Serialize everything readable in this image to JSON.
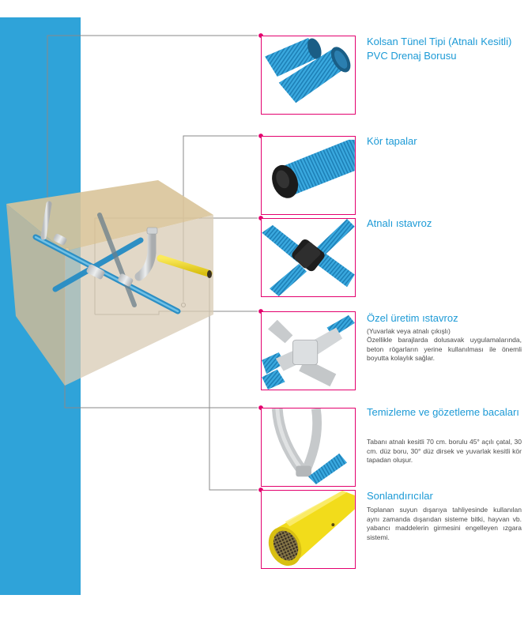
{
  "colors": {
    "band": "#2fa3d9",
    "accent": "#e3006e",
    "title": "#1c9ad6",
    "pipe_blue": "#3fb0e4",
    "pipe_black": "#1e1e1e",
    "pipe_gray": "#c9ccce",
    "pipe_yellow": "#f2dc1b"
  },
  "items": [
    {
      "id": "tunnel-pipe",
      "title": "Kolsan Tünel Tipi (Atnalı Kesitli) PVC Drenaj Borusu",
      "subtitle": "",
      "description": "",
      "image_icon": "corrugated-blue-pipes-icon"
    },
    {
      "id": "blind-cap",
      "title": "Kör tapalar",
      "subtitle": "",
      "description": "",
      "image_icon": "blind-cap-pipe-icon"
    },
    {
      "id": "horseshoe-cross",
      "title": "Atnalı ıstavroz",
      "subtitle": "",
      "description": "",
      "image_icon": "black-cross-fitting-icon"
    },
    {
      "id": "custom-cross",
      "title": "Özel üretim ıstavroz",
      "subtitle": "(Yuvarlak veya atnalı çıkışlı)",
      "description": "Özellikle barajlarda dolusavak uygulamalarında, beton rögarların yerine kullanılması ile önemli boyutta kolaylık sağlar.",
      "image_icon": "gray-cross-fitting-icon"
    },
    {
      "id": "inspection-shaft",
      "title": "Temizleme ve gözetleme bacaları",
      "subtitle": "",
      "description": "Tabanı atnalı kesitli 70 cm. borulu 45° açılı çatal, 30 cm. düz boru, 30° düz dirsek ve yuvarlak kesitli kör tapadan oluşur.",
      "image_icon": "inspection-shaft-icon"
    },
    {
      "id": "terminator",
      "title": "Sonlandırıcılar",
      "subtitle": "",
      "description": "Toplanan suyun dışarıya tahliyesinde kullanılan aynı zamanda dışarıdan sisteme bitki, hayvan vb. yabancı maddelerin girmesini engelleyen ızgara sistemi.",
      "image_icon": "yellow-terminator-grate-icon"
    }
  ]
}
